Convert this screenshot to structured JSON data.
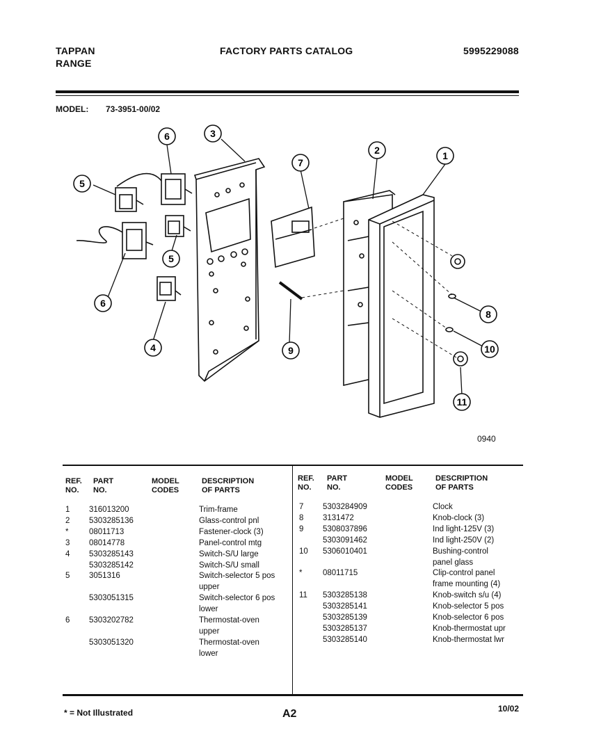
{
  "header": {
    "brand_line1": "TAPPAN",
    "brand_line2": "RANGE",
    "title": "FACTORY PARTS CATALOG",
    "catalog_number": "5995229088"
  },
  "model": {
    "label": "MODEL:",
    "value": "73-3951-00/02"
  },
  "diagram": {
    "code": "0940",
    "callouts": [
      "1",
      "2",
      "3",
      "4",
      "5",
      "5",
      "6",
      "6",
      "7",
      "8",
      "9",
      "10",
      "11"
    ]
  },
  "table": {
    "headers": {
      "ref": "REF.\nNO.",
      "part": "PART\nNO.",
      "model": "MODEL\nCODES",
      "desc": "DESCRIPTION\nOF PARTS"
    },
    "left_rows": [
      {
        "ref": "1",
        "part": "316013200",
        "desc": "Trim-frame"
      },
      {
        "ref": "2",
        "part": "5303285136",
        "desc": "Glass-control pnl"
      },
      {
        "ref": "*",
        "part": "08011713",
        "desc": "Fastener-clock (3)"
      },
      {
        "ref": "3",
        "part": "08014778",
        "desc": "Panel-control mtg"
      },
      {
        "ref": "4",
        "part": "5303285143",
        "desc": "Switch-S/U large"
      },
      {
        "ref": "",
        "part": "5303285142",
        "desc": "Switch-S/U small"
      },
      {
        "ref": "5",
        "part": "3051316",
        "desc": "Switch-selector 5 pos"
      },
      {
        "ref": "",
        "part": "",
        "desc": "upper"
      },
      {
        "ref": "",
        "part": "5303051315",
        "desc": "Switch-selector 6 pos"
      },
      {
        "ref": "",
        "part": "",
        "desc": "lower"
      },
      {
        "ref": "6",
        "part": "5303202782",
        "desc": "Thermostat-oven"
      },
      {
        "ref": "",
        "part": "",
        "desc": "upper"
      },
      {
        "ref": "",
        "part": "5303051320",
        "desc": "Thermostat-oven"
      },
      {
        "ref": "",
        "part": "",
        "desc": "lower"
      }
    ],
    "right_rows": [
      {
        "ref": "7",
        "part": "5303284909",
        "desc": "Clock"
      },
      {
        "ref": "8",
        "part": "3131472",
        "desc": "Knob-clock (3)"
      },
      {
        "ref": "9",
        "part": "5308037896",
        "desc": "Ind light-125V (3)"
      },
      {
        "ref": "",
        "part": "5303091462",
        "desc": "Ind light-250V (2)"
      },
      {
        "ref": "10",
        "part": "5306010401",
        "desc": "Bushing-control"
      },
      {
        "ref": "",
        "part": "",
        "desc": "panel glass"
      },
      {
        "ref": "*",
        "part": "08011715",
        "desc": "Clip-control panel"
      },
      {
        "ref": "",
        "part": "",
        "desc": "frame mounting (4)"
      },
      {
        "ref": "11",
        "part": "5303285138",
        "desc": "Knob-switch s/u (4)"
      },
      {
        "ref": "",
        "part": "5303285141",
        "desc": "Knob-selector 5 pos"
      },
      {
        "ref": "",
        "part": "5303285139",
        "desc": "Knob-selector 6 pos"
      },
      {
        "ref": "",
        "part": "5303285137",
        "desc": "Knob-thermostat upr"
      },
      {
        "ref": "",
        "part": "5303285140",
        "desc": "Knob-thermostat lwr"
      }
    ]
  },
  "footer": {
    "note": "* = Not Illustrated",
    "page": "A2",
    "date": "10/02"
  }
}
